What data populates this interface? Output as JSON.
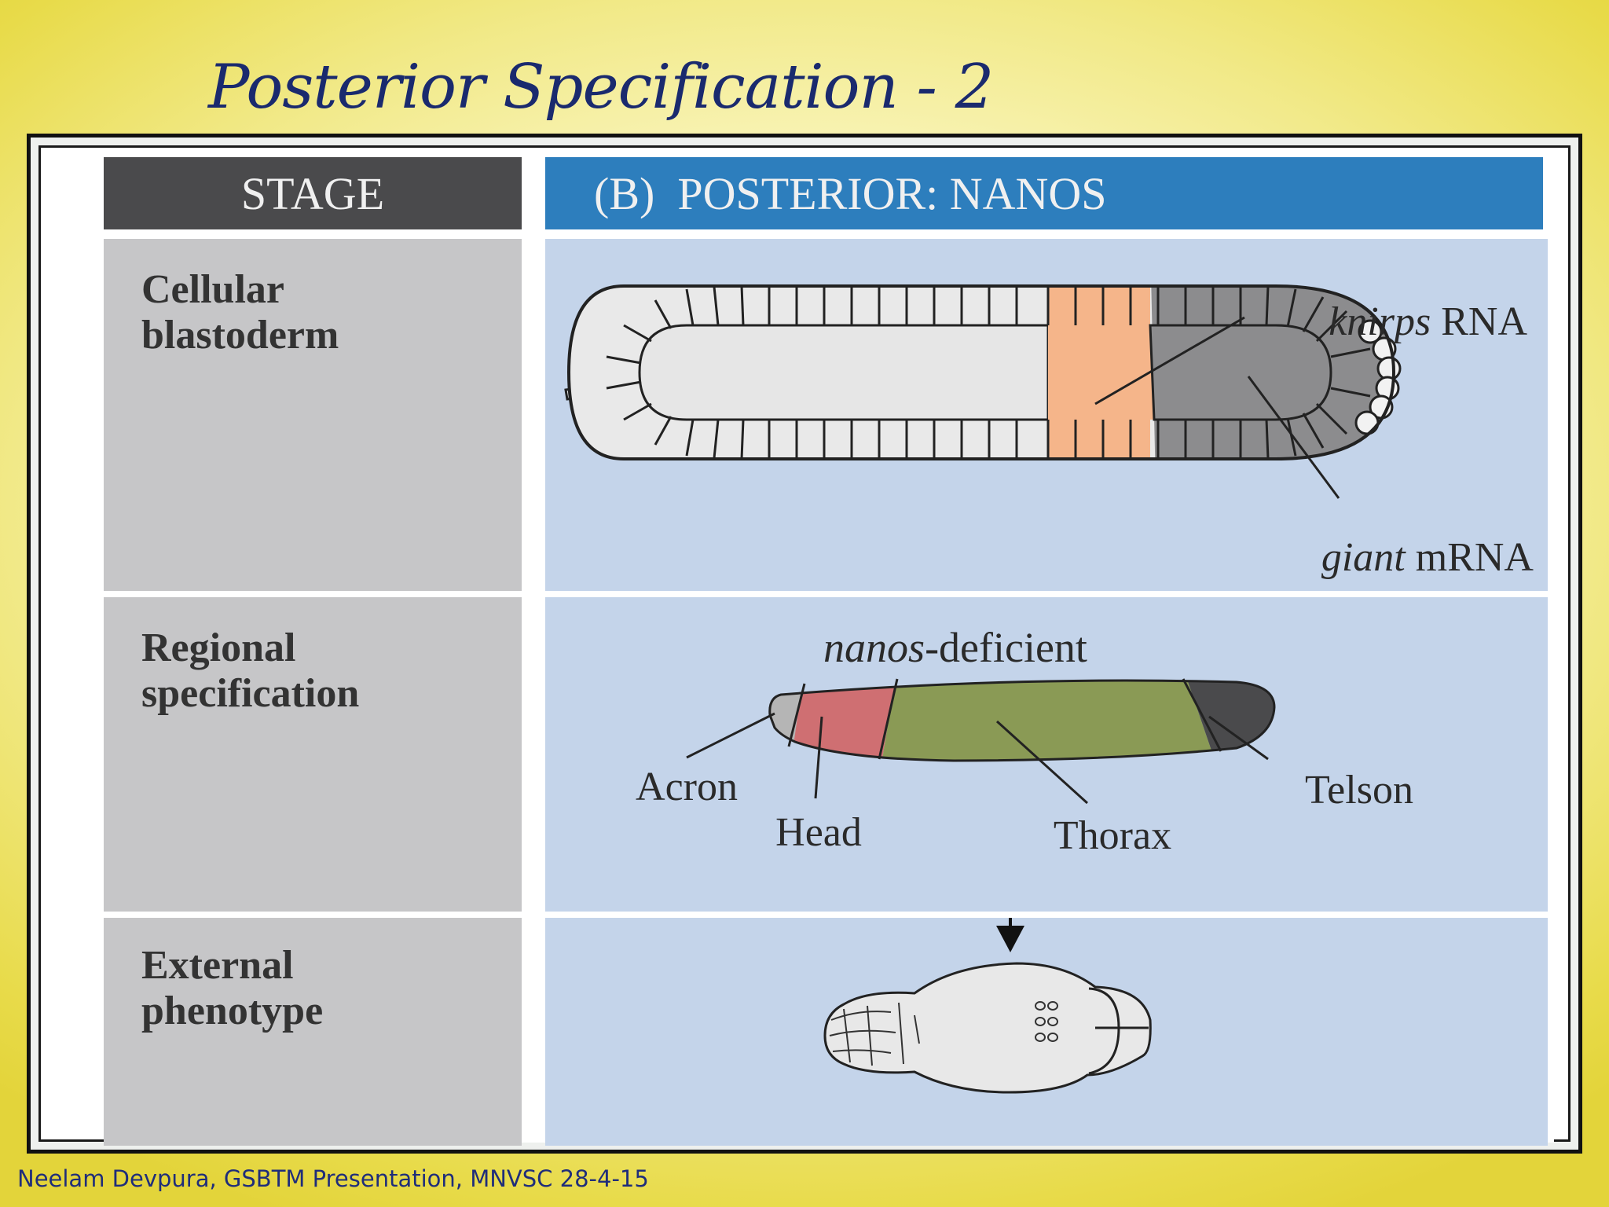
{
  "slide": {
    "title": "Posterior Specification - 2",
    "footer": "Neelam Devpura, GSBTM Presentation, MNVSC 28-4-15"
  },
  "figure": {
    "header": {
      "stage": "STAGE",
      "panel": "(B)  POSTERIOR: NANOS"
    },
    "rows": [
      {
        "stage_lines": [
          "Cellular",
          "blastoderm"
        ]
      },
      {
        "stage_lines": [
          "Regional",
          "specification"
        ]
      },
      {
        "stage_lines": [
          "External",
          "phenotype"
        ]
      }
    ],
    "blastoderm": {
      "label1_italic": "knirps",
      "label1_rest": " RNA",
      "label2_italic": "giant",
      "label2_rest": " mRNA"
    },
    "regional": {
      "title_italic": "nanos",
      "title_rest": "-deficient",
      "labels": {
        "acron": "Acron",
        "head": "Head",
        "thorax": "Thorax",
        "telson": "Telson"
      }
    },
    "colors": {
      "knirps_band": "#f5b58a",
      "giant_band": "#8c8c8e",
      "acron": "#b5b5b5",
      "head": "#cf6f72",
      "thorax": "#8a9a55",
      "telson": "#4a4a4c",
      "stage_bg": "#c6c6c8",
      "panel_bg": "#c4d4ea"
    }
  }
}
